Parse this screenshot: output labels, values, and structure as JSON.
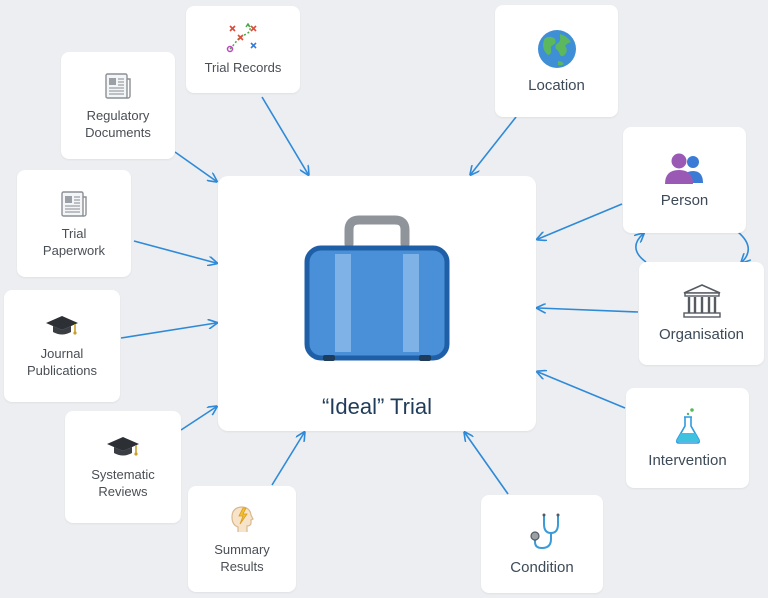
{
  "center": {
    "title": "“Ideal” Trial"
  },
  "nodes": {
    "trial_records": "Trial Records",
    "regulatory_documents": "Regulatory\nDocuments",
    "trial_paperwork": "Trial\nPaperwork",
    "journal_publications": "Journal\nPublications",
    "systematic_reviews": "Systematic\nReviews",
    "summary_results": "Summary\nResults",
    "location": "Location",
    "person": "Person",
    "organisation": "Organisation",
    "intervention": "Intervention",
    "condition": "Condition"
  },
  "colors": {
    "arrow": "#2e8ad8",
    "suitcase_body": "#4a90d9",
    "suitcase_border": "#1f5fa8",
    "person_purple": "#9b59b6",
    "person_blue": "#3a7bd5"
  },
  "icons": {
    "trial_records": "play-diagram-icon",
    "regulatory_documents": "newspaper-icon",
    "trial_paperwork": "newspaper-icon",
    "journal_publications": "graduation-cap-icon",
    "systematic_reviews": "graduation-cap-icon",
    "summary_results": "head-lightning-icon",
    "location": "globe-icon",
    "person": "people-icon",
    "organisation": "building-icon",
    "intervention": "flask-icon",
    "condition": "stethoscope-icon",
    "center": "suitcase-icon"
  }
}
